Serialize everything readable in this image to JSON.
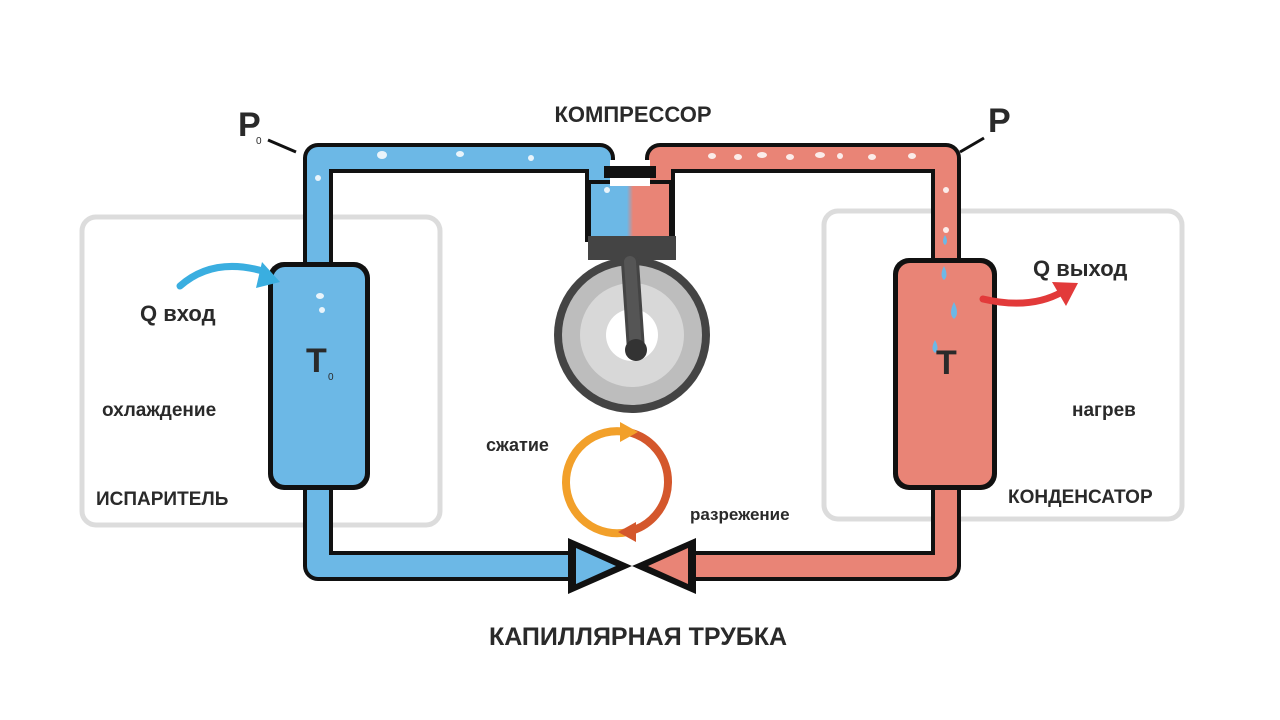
{
  "labels": {
    "compressor": "КОМПРЕССОР",
    "capillary_tube": "КАПИЛЛЯРНАЯ ТРУБКА",
    "evaporator": "ИСПАРИТЕЛЬ",
    "condenser": "КОНДЕНСАТОР",
    "q_in": "Q вход",
    "q_out": "Q выход",
    "cooling": "охлаждение",
    "heating": "нагрев",
    "compression": "сжатие",
    "expansion": "разрежение",
    "p0_main": "P",
    "p0_sub": "0",
    "p_main": "P",
    "t0_main": "T",
    "t0_sub": "0",
    "t_main": "T"
  },
  "colors": {
    "cold": "#6cb8e6",
    "hot": "#e98476",
    "outline": "#111111",
    "box_border": "#dcdcdc",
    "arrow_in": "#3aaee0",
    "arrow_out": "#e23a3a",
    "cycle_orange": "#f2a02a",
    "cycle_red": "#d4572c",
    "compressor_dark": "#444444",
    "compressor_light": "#d8d8d8"
  }
}
